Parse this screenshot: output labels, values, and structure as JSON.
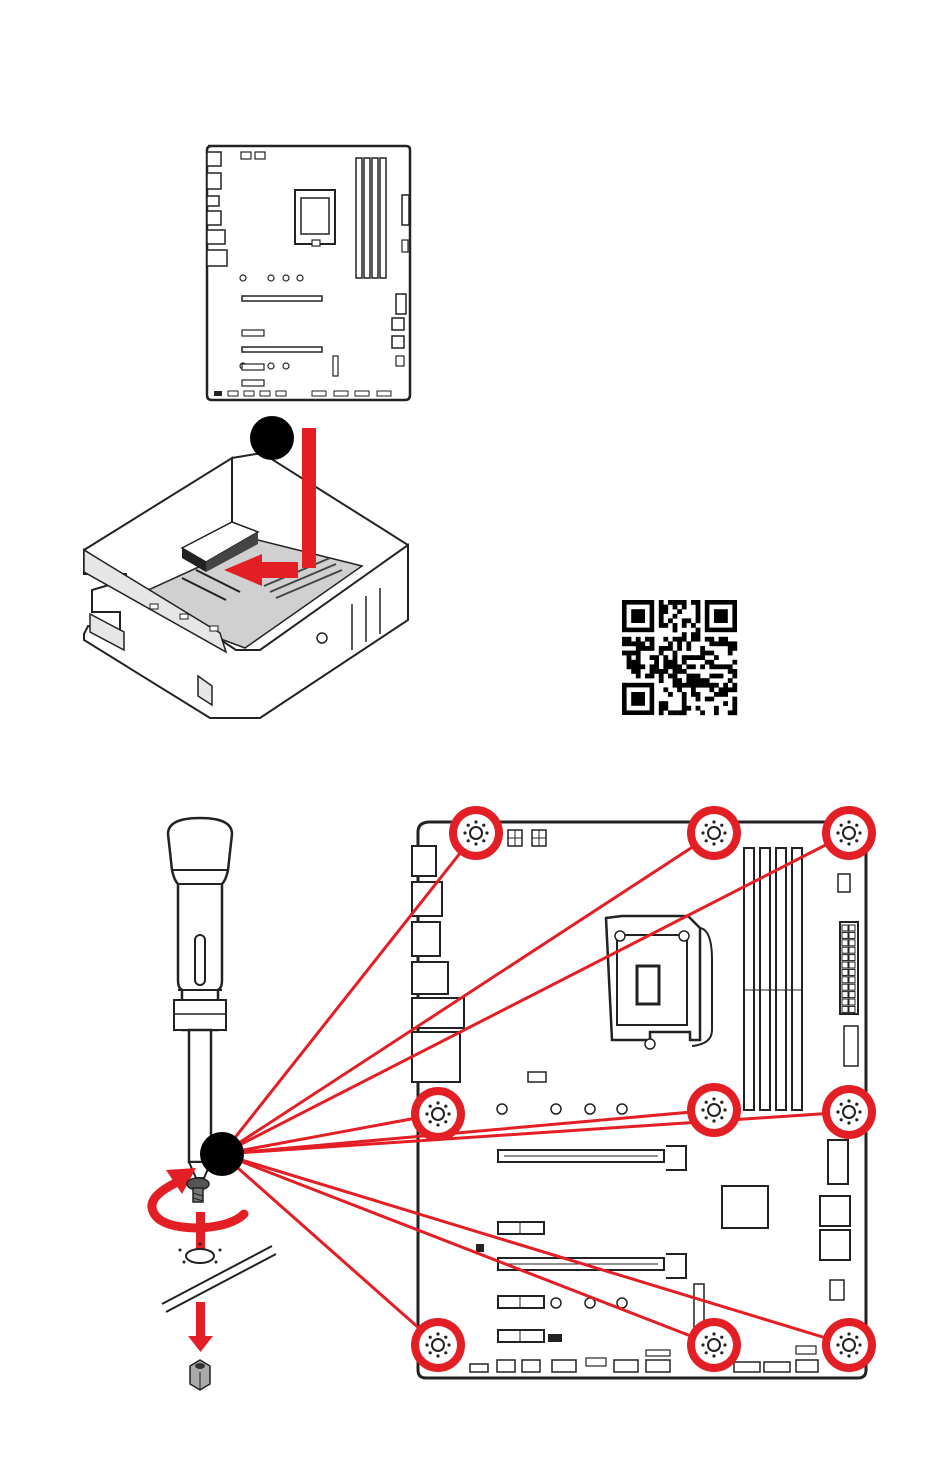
{
  "colors": {
    "accent_red": "#e31e24",
    "line": "#222222",
    "board_fill": "#ffffff",
    "board_gray": "#c8c8c8",
    "case_shadow": "#d9d9d9",
    "callout_dot": "#000000"
  },
  "figure_top": {
    "items": [
      {
        "name": "motherboard-top-view",
        "kind": "illustration"
      },
      {
        "name": "pc-case",
        "kind": "illustration"
      },
      {
        "name": "insert-direction-arrow",
        "kind": "arrow"
      },
      {
        "name": "step-callout-dot",
        "kind": "callout"
      },
      {
        "name": "qr-code",
        "kind": "qr"
      }
    ]
  },
  "figure_bottom": {
    "tools": [
      {
        "name": "screwdriver-icon"
      },
      {
        "name": "rotate-arrow-icon"
      },
      {
        "name": "screw-icon"
      },
      {
        "name": "standoff-icon"
      }
    ],
    "mount_points": [
      {
        "id": "tl"
      },
      {
        "id": "tm"
      },
      {
        "id": "tr"
      },
      {
        "id": "ml"
      },
      {
        "id": "mm"
      },
      {
        "id": "mr"
      },
      {
        "id": "bl"
      },
      {
        "id": "bm"
      },
      {
        "id": "br"
      }
    ]
  }
}
